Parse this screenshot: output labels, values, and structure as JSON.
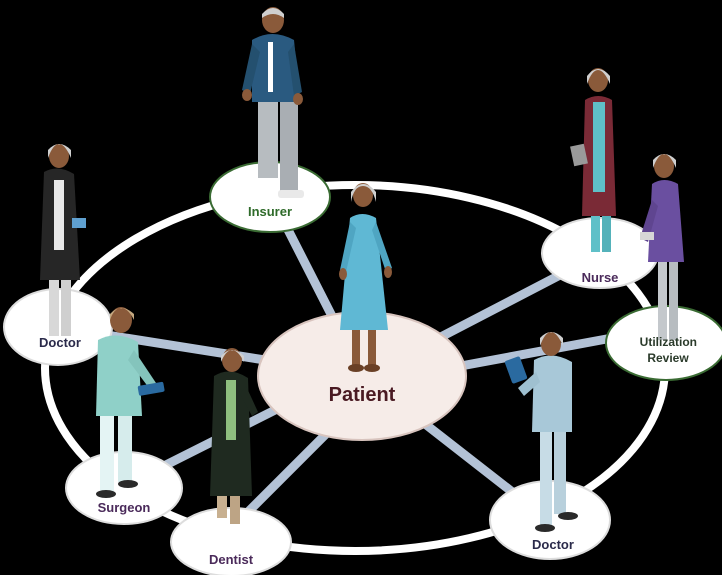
{
  "diagram": {
    "center": {
      "label": "Patient",
      "label_color": "#4a1a22"
    },
    "nodes": [
      {
        "id": "insurer",
        "label": "Insurer",
        "label_color": "#2f6b2a",
        "ring_color": "#3a6b33"
      },
      {
        "id": "nurse",
        "label": "Nurse",
        "label_color": "#4a2a5a",
        "ring_color": "#ffffff"
      },
      {
        "id": "utilization-review",
        "label": "Utilization Review",
        "label_color": "#2a3a2a",
        "ring_color": "#3a6b33"
      },
      {
        "id": "doctor-right",
        "label": "Doctor",
        "label_color": "#2a2a4a",
        "ring_color": "#ffffff"
      },
      {
        "id": "dentist",
        "label": "Dentist",
        "label_color": "#4a2a5a",
        "ring_color": "#ffffff"
      },
      {
        "id": "surgeon",
        "label": "Surgeon",
        "label_color": "#4a2a5a",
        "ring_color": "#ffffff"
      },
      {
        "id": "doctor-left",
        "label": "Doctor",
        "label_color": "#2a2a4a",
        "ring_color": "#ffffff"
      }
    ],
    "figures": [
      {
        "id": "insurer-figure",
        "role": "insurer"
      },
      {
        "id": "patient-figure",
        "role": "patient"
      },
      {
        "id": "nurse-figure",
        "role": "nurse"
      },
      {
        "id": "reviewer-figure",
        "role": "utilization-review"
      },
      {
        "id": "doctor-right-figure",
        "role": "doctor"
      },
      {
        "id": "dentist-figure",
        "role": "dentist"
      },
      {
        "id": "surgeon-figure",
        "role": "surgeon"
      },
      {
        "id": "doctor-left-figure",
        "role": "doctor"
      }
    ],
    "colors": {
      "background": "#000000",
      "ring": "#ffffff",
      "spokes": "#b3c2d6",
      "center_fill": "#f6ece8",
      "node_fill": "#ffffff"
    }
  }
}
